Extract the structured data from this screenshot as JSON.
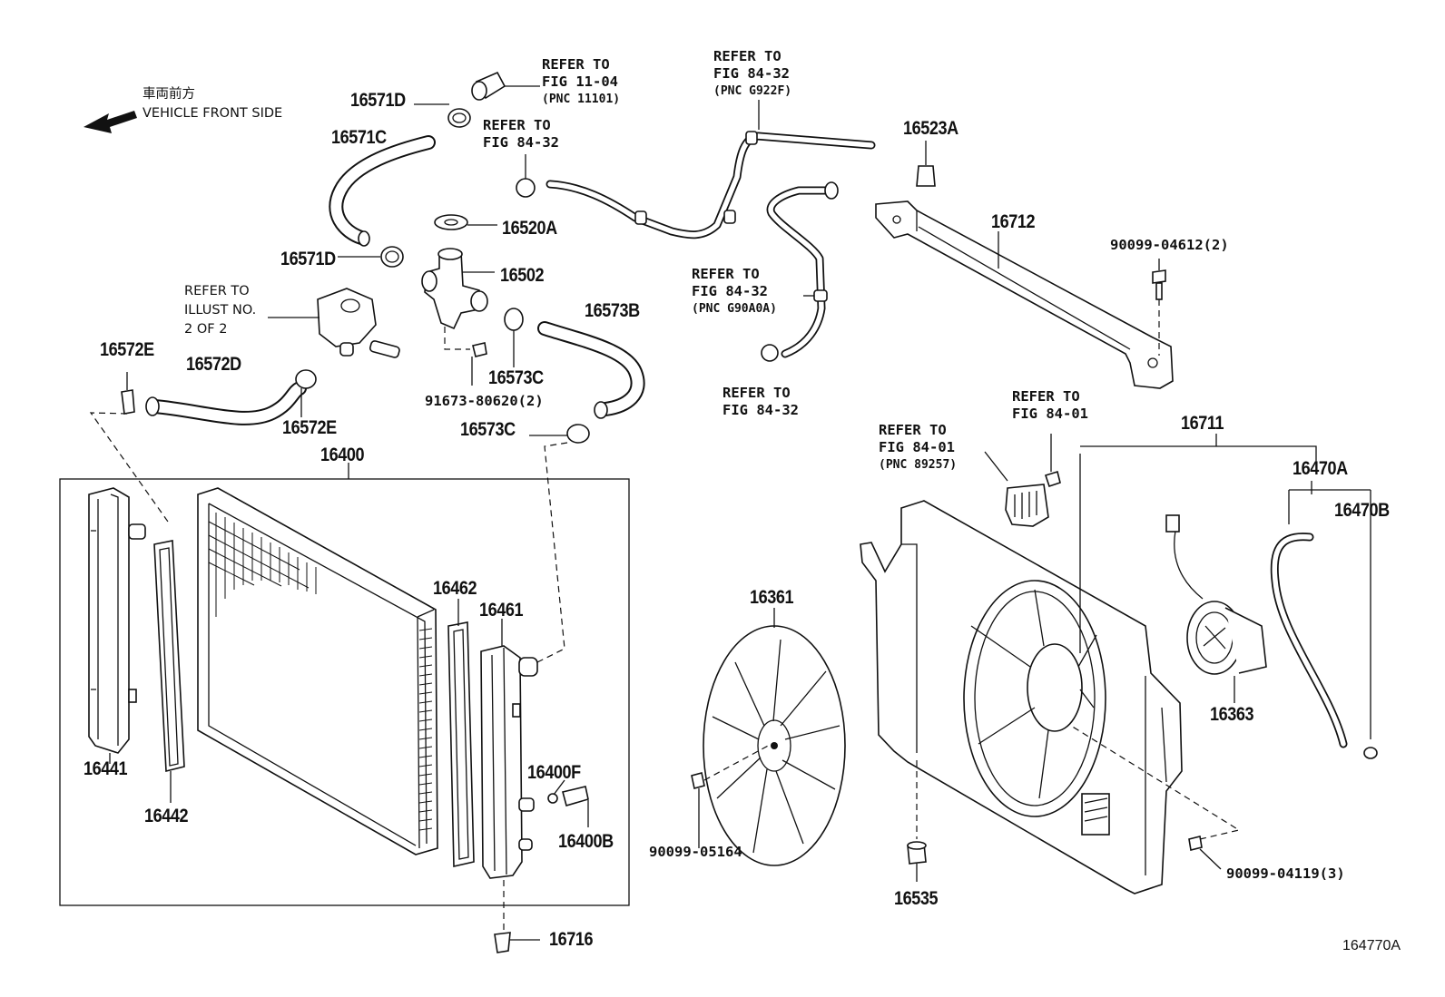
{
  "direction": {
    "jp": "車両前方",
    "en": "VEHICLE FRONT SIDE",
    "arrow_icon": "left-arrow-icon"
  },
  "parts": {
    "p16571D_top": "16571D",
    "p16571C": "16571C",
    "p16571D_low": "16571D",
    "p16520A": "16520A",
    "p16502": "16502",
    "p16573B": "16573B",
    "p16573C_a": "16573C",
    "p16573C_b": "16573C",
    "p91673": "91673-80620(2)",
    "p16572E_a": "16572E",
    "p16572D": "16572D",
    "p16572E_b": "16572E",
    "p16400": "16400",
    "p16441": "16441",
    "p16442": "16442",
    "p16462": "16462",
    "p16461": "16461",
    "p16400F": "16400F",
    "p16400B": "16400B",
    "p16716": "16716",
    "p16361": "16361",
    "p90099_05164": "90099-05164",
    "p16535": "16535",
    "p90099_04119": "90099-04119(3)",
    "p16363": "16363",
    "p16711": "16711",
    "p16470A": "16470A",
    "p16470B": "16470B",
    "p16523A": "16523A",
    "p16712": "16712",
    "p90099_04612": "90099-04612(2)"
  },
  "refs": {
    "r1": [
      "REFER TO",
      "FIG 11-04",
      "(PNC 11101)"
    ],
    "r2": [
      "REFER TO",
      "FIG 84-32"
    ],
    "r3": [
      "REFER TO",
      "FIG 84-32",
      "(PNC G922F)"
    ],
    "r4": [
      "REFER TO",
      "FIG 84-32",
      "(PNC G90A0A)"
    ],
    "r5": [
      "REFER TO",
      "FIG 84-32"
    ],
    "r6": [
      "REFER TO",
      "FIG 84-01",
      "(PNC 89257)"
    ],
    "r7": [
      "REFER TO",
      "FIG 84-01"
    ],
    "r8": [
      "REFER TO",
      "ILLUST NO.",
      "2 OF 2"
    ]
  },
  "diagram_id": "164770A"
}
